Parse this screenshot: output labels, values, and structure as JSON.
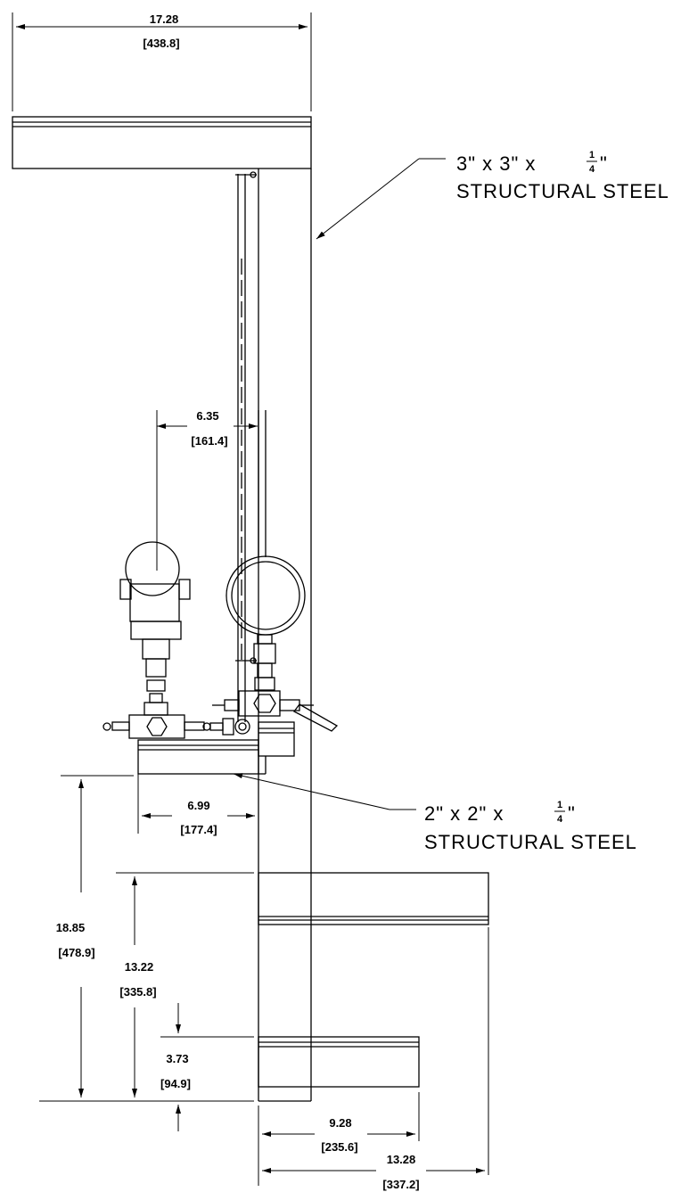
{
  "drawing": {
    "dimensions": {
      "top_width": {
        "value": "17.28",
        "metric": "[438.8]"
      },
      "offset_transmitter": {
        "value": "6.35",
        "metric": "[161.4]"
      },
      "bracket_offset": {
        "value": "6.99",
        "metric": "[177.4]"
      },
      "overall_height": {
        "value": "18.85",
        "metric": "[478.9]"
      },
      "upper_arm_height": {
        "value": "13.22",
        "metric": "[335.8]"
      },
      "lower_arm_height": {
        "value": "3.73",
        "metric": "[94.9]"
      },
      "lower_arm_length": {
        "value": "9.28",
        "metric": "[235.6]"
      },
      "upper_arm_length": {
        "value": "13.28",
        "metric": "[337.2]"
      }
    },
    "callouts": {
      "main_steel": {
        "size": "3\" x 3\" x",
        "frac_num": "1",
        "frac_den": "4",
        "frac_tail": "\"",
        "material": "STRUCTURAL STEEL"
      },
      "small_steel": {
        "size": "2\" x 2\" x",
        "frac_num": "1",
        "frac_den": "4",
        "frac_tail": "\"",
        "material": "STRUCTURAL STEEL"
      }
    }
  }
}
